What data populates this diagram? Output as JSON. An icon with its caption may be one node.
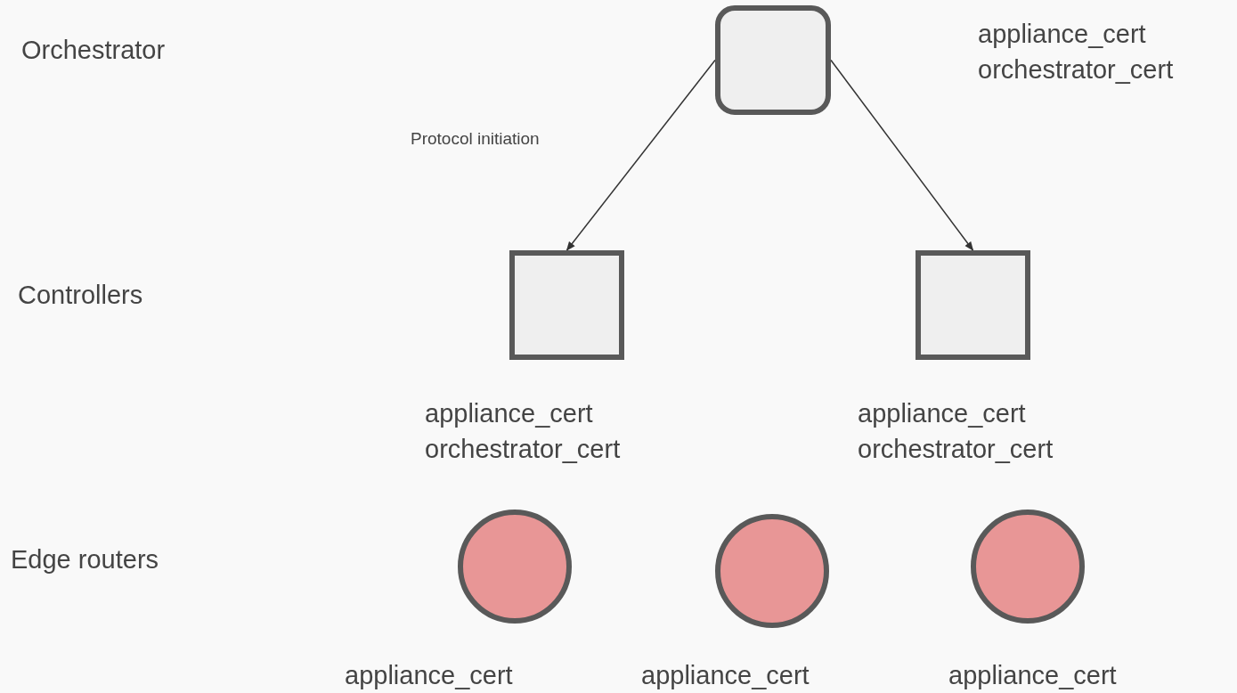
{
  "diagram": {
    "nodes": [
      {
        "text": [],
        "shape": "box",
        "beside": [
          "appliance_cert",
          "orchestrator_cert"
        ]
      },
      {
        "text": [],
        "shape": "box",
        "beside": [
          "appliance_cert",
          "orchestrator_cert"
        ]
      },
      {
        "text": [],
        "shape": "box",
        "beside": [
          "appliance_cert",
          "orchestrator_cert"
        ]
      },
      {
        "text": [],
        "shape": "circle",
        "beside": [
          "appliance_cert"
        ]
      },
      {
        "text": [],
        "shape": "circle",
        "beside": [
          "appliance_cert"
        ]
      },
      {
        "text": [],
        "shape": "circle",
        "beside": [
          "appliance_cert"
        ]
      }
    ],
    "edges": [
      {
        "from": 0,
        "to": 1,
        "arrow": "to"
      },
      {
        "from": 0,
        "to": 2,
        "arrow": "to"
      }
    ],
    "labels": [
      "Orchestrator",
      "Protocol initiation",
      "Controllers",
      "Edge routers"
    ]
  }
}
